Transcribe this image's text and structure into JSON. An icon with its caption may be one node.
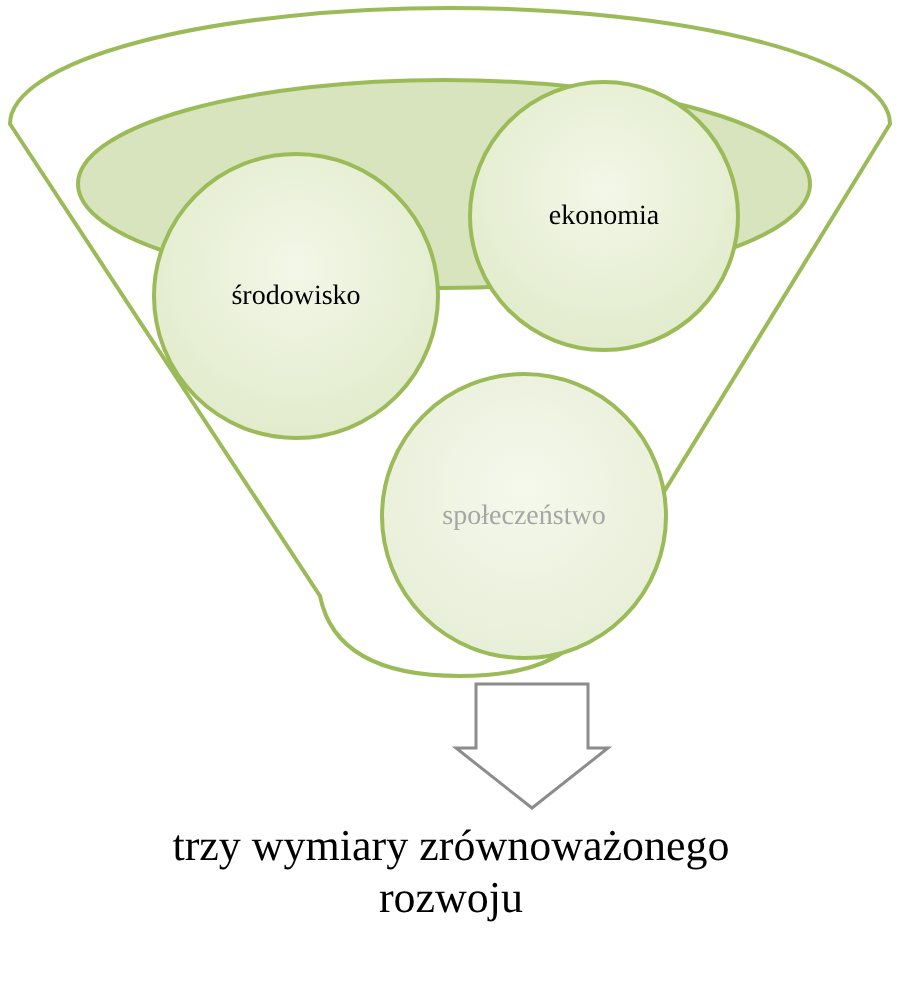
{
  "diagram": {
    "nodes": [
      {
        "text": [],
        "shape": "funnel"
      },
      {
        "text": [
          "środowisko"
        ],
        "in": 0
      },
      {
        "text": [
          "ekonomia"
        ],
        "in": 0
      },
      {
        "text": [
          "społeczeństwo"
        ],
        "in": 0
      },
      {
        "text": [
          "trzy wymiary zrównoważonego rozwoju"
        ]
      }
    ],
    "edges": [
      {
        "from": 0,
        "to": 4,
        "arrow": "to"
      }
    ]
  }
}
